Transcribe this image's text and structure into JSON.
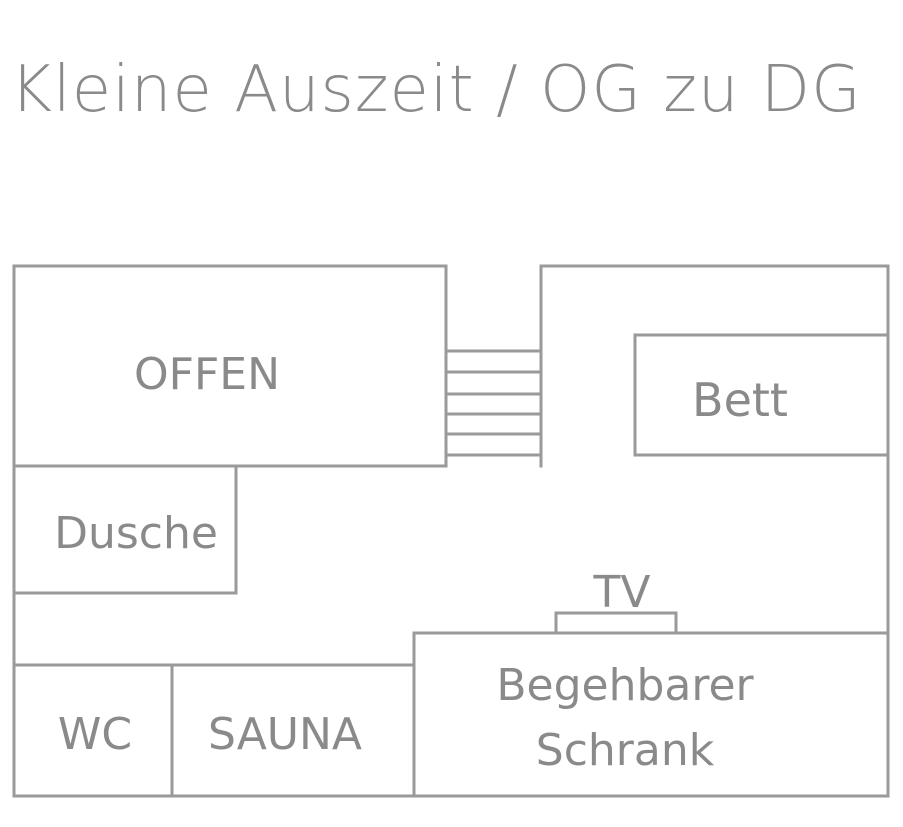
{
  "title": "Kleine Auszeit / OG zu DG",
  "rooms": {
    "offen": "OFFEN",
    "bett": "Bett",
    "dusche": "Dusche",
    "tv": "TV",
    "wc": "WC",
    "sauna": "SAUNA",
    "schrank_line1": "Begehbarer",
    "schrank_line2": "Schrank"
  },
  "colors": {
    "line": "#9a9a9a",
    "text": "#8a8a8a"
  }
}
